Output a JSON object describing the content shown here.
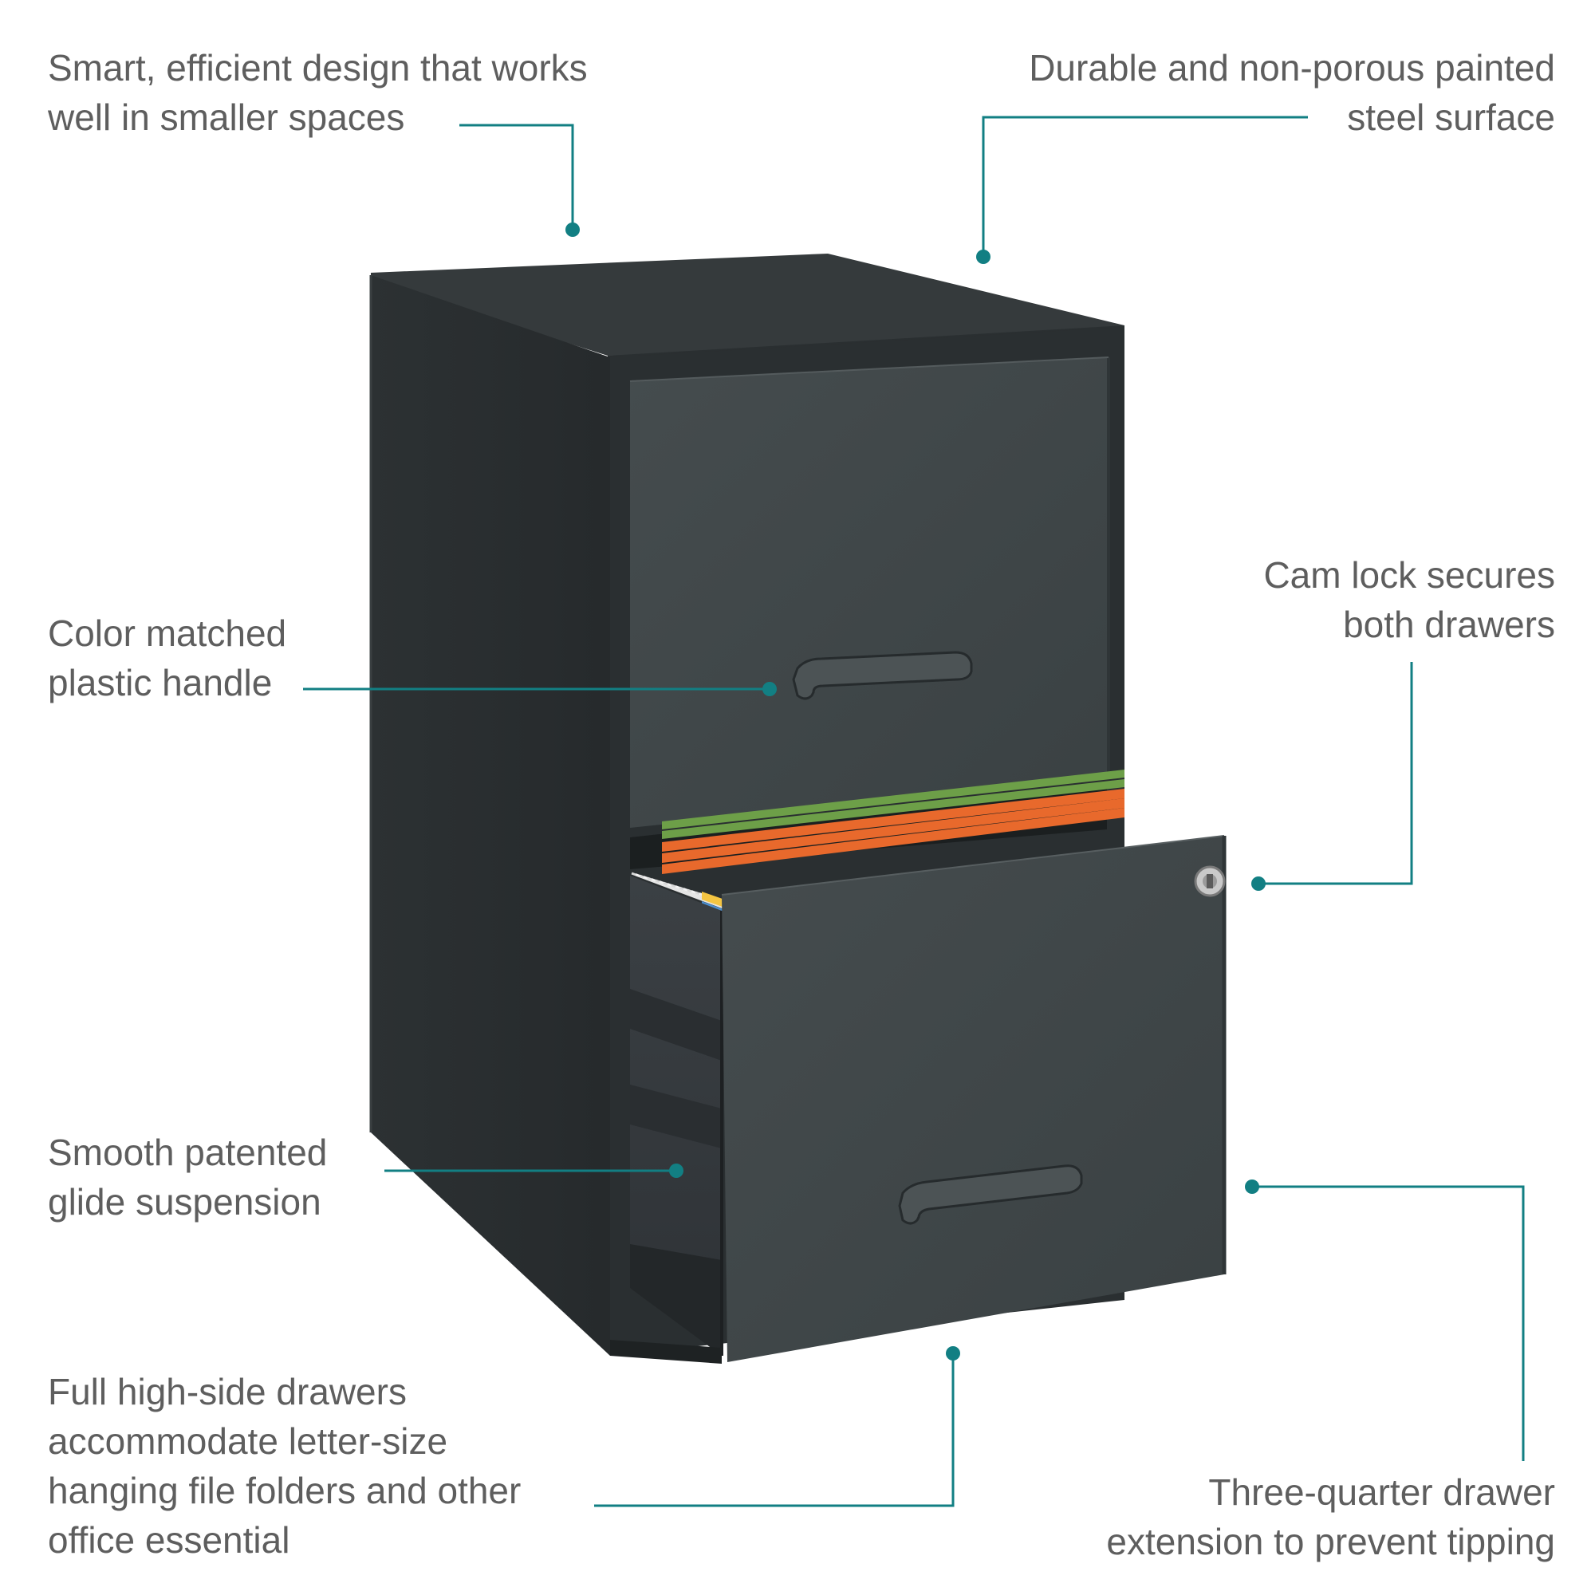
{
  "accent_color": "#127f83",
  "text_color": "#5e5e5e",
  "cabinet": {
    "body_color": "#2f3436",
    "front_color": "#3f4648",
    "top_color": "#353a3c",
    "shadow_color": "#252a2b",
    "lock_icon": "cam-lock-icon",
    "folder_colors": [
      "#f2f2f2",
      "#6d9f48",
      "#e8692c",
      "#4a8fd1",
      "#f4c542"
    ]
  },
  "callouts": {
    "smart_design": {
      "lines": [
        "Smart, efficient design that works",
        "well in smaller spaces"
      ]
    },
    "durable_surface": {
      "lines": [
        "Durable and non-porous painted",
        "steel surface"
      ]
    },
    "cam_lock": {
      "lines": [
        "Cam lock secures",
        "both drawers"
      ]
    },
    "color_handle": {
      "lines": [
        "Color matched",
        "plastic handle"
      ]
    },
    "glide_suspension": {
      "lines": [
        "Smooth patented",
        "glide suspension"
      ]
    },
    "high_side_drawers": {
      "lines": [
        "Full high-side drawers",
        "accommodate letter-size",
        "hanging file folders and other",
        "office essential"
      ]
    },
    "three_quarter_extension": {
      "lines": [
        "Three-quarter drawer",
        "extension to prevent tipping"
      ]
    }
  }
}
